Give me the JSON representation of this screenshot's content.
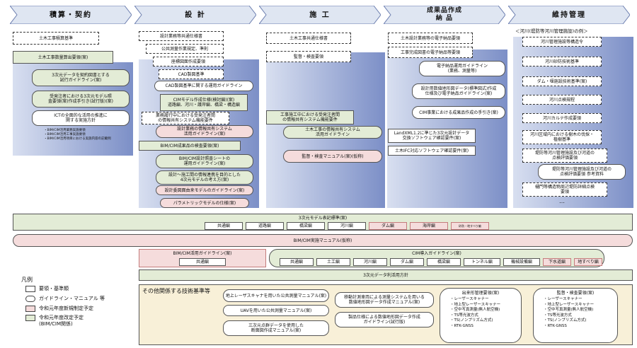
{
  "phases": [
    {
      "label": "積算・契約"
    },
    {
      "label": "設 計"
    },
    {
      "label": "施 工"
    },
    {
      "label": "成果品作成\n納 品"
    },
    {
      "label": "維持管理"
    }
  ],
  "col1": [
    "土木工事積算基準",
    "土木工事数量算出要領(案)",
    "3次元データを契約図書とする\n試行ガイドライン(案)",
    "受発注者における3次元モデル照\n査要領(案)作成手引き(試行版)(案)",
    "ICTの全面的な活用の推進に\n関する実施方針",
    "・BIM/CIM活用業務実施要領\n・BIM/CIM活用工事実施要領\n・BIM/CIM活用項目における実施内容の記載例"
  ],
  "col2": [
    "設計業務等共通仕様書",
    "公共測量作業規定、準則",
    "座標図面作成要領",
    "CAD製図基準",
    "CAD製図基準に関する運用ガイドライン",
    "CIMモデル作成仕様(検討編)(案)\n道路編、河川・護岸編、橋梁・構造編",
    "業務履行中における受発注者間\nの情報共有システム機能要件",
    "設計業務の情報共有システム\n活用ガイドライン(案)",
    "BIM/CIM成果品の検査要領(案)",
    "BIM/CIM設計照査シートの\n運用ガイドライン(案)",
    "設計～施工間の情報連携を目的とした\n4次元モデルの考え方(案)",
    "設計委図面由来モデルのガイドライン(案)",
    "パラメトリックモデルの仕様(案)"
  ],
  "col3": [
    "土木工事共通仕様書",
    "監督・検査要領",
    "工事施工中における受発注者間\nの情報共有システム機能要件",
    "土木工事の情報共有システム\n活用ガイドライン",
    "監督・検査マニュアル(案)(仮称)"
  ],
  "col4": [
    "土木設計業務等の電子納品要領",
    "工事完成図書の電子納品等要領",
    "電子納品運用ガイドライン\n(業務、測量等)",
    "設計用数値地形図データ(標準図式)作成\n仕様及び電子納品ガイドライン(案)",
    "CIM事業における成果品作成の手引き(案)",
    "LandXML1.2に準じた3次元設計データ\n交換ソフトウェア確認要件(案)",
    "土木IFC対応ソフトウェア確認要件(案)"
  ],
  "col5": {
    "header": "＜河川(堤防等河川管理施設)の例＞",
    "items": [
      "河川管理施設等構造令",
      "河川砂防技術基準",
      "ダム・堰施設技術基準(案)",
      "河川点検規程",
      "河川カルテ作成要領",
      "河川区域内における樹木の伐採・\n植樹基準",
      "堤防等河川管理施設及び河道の\n点検評価要領",
      "堤防等河川管理施設及び河道の\n点検評価要領 参考資料",
      "樋門等構造物周辺堤防詳細点検\n要領",
      "…"
    ]
  },
  "bars": {
    "model_standard": "3次元モデル表記標準(案)",
    "model_items": [
      "共通編",
      "道路編",
      "橋梁編",
      "河川編",
      "ダム編",
      "海岸編",
      "砂防・地すべり編"
    ],
    "cim_manual": "BIM/CIM実施マニュアル(仮称)",
    "bimcim_guideline": "BIM/CIM活用ガイドライン(案)",
    "bimcim_common": "共通編",
    "cim_intro": "CIM導入ガイドライン(案)",
    "cim_items": [
      "共通編",
      "土工編",
      "河川編",
      "ダム編",
      "橋梁編",
      "トンネル編",
      "機械設備編",
      "下水道編",
      "地すべり編"
    ],
    "data_policy": "3次元データ利活用方針"
  },
  "legend": {
    "title": "凡例",
    "items": [
      "要領・基準類",
      "ガイドライン・マニュアル 等",
      "令和元年度新規制定予定",
      "令和元年度改定予定\n(BIM/CIM関係)"
    ]
  },
  "other": {
    "title": "その他関係する技術基準等",
    "items": [
      "地上レーザスキャナを用いた公共測量マニュアル(案)",
      "UAVを用いた公共測量マニュアル(案)",
      "三次元点群データを使用した\n断面図作成マニュアル(案)",
      "移動計測車両による測量システムを用いる\n数値地形図データ作成マニュアル(案)",
      "製品仕様による数値地形図データ作成\nガイドライン(試行版)"
    ],
    "box1_title": "出来形管理要領(案)",
    "box1_items": "・レーザースキャナー\n・地上型レーザースキャナー\n・空中写真測量(無人航空機)\n・TS等光波方式\n・TS(ノンプリズム方式)\n・RTK-GNSS",
    "box2_title": "監督・検査要領(案)",
    "box2_items": "・レーザースキャナー\n・地上型レーザースキャナー\n・空中写真測量(無人航空機)\n・TS等光波方式\n・TS(ノンプリズム方式)\n・RTK-GNSS"
  },
  "colors": {
    "green": "#e3ecd6",
    "pink": "#f5dcdc",
    "gradient_end": "#7c8fc7",
    "other_bg": "#f8f0d8"
  }
}
